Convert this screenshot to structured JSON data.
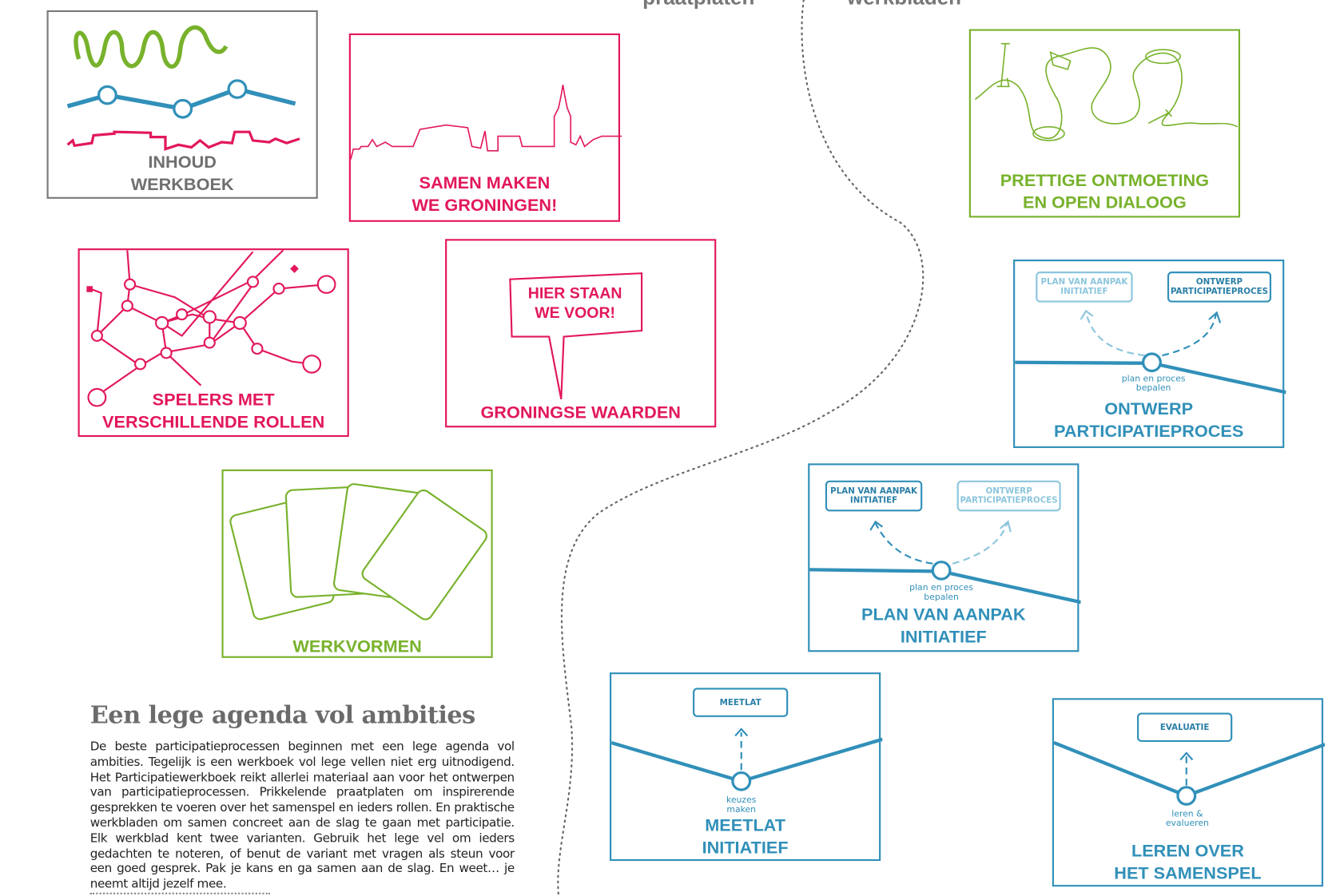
{
  "sections": {
    "left": "praatplaten",
    "right": "werkbladen"
  },
  "colors": {
    "gray": "#7a7a7a",
    "pink": "#e2185b",
    "green": "#78b22c",
    "blue": "#3190b9"
  },
  "cards": {
    "inhoud": [
      "INHOUD",
      "WERKBOEK"
    ],
    "samen": [
      "SAMEN MAKEN",
      "WE GRONINGEN!"
    ],
    "prettige": [
      "PRETTIGE ONTMOETING",
      "EN OPEN DIALOOG"
    ],
    "spelers": [
      "SPELERS MET",
      "VERSCHILLENDE ROLLEN"
    ],
    "waarden": {
      "bubble": [
        "HIER STAAN",
        "WE VOOR!"
      ],
      "title": [
        "GRONINGSE WAARDEN"
      ]
    },
    "werkvormen": [
      "WERKVORMEN"
    ],
    "ontwerp": {
      "title": [
        "ONTWERP",
        "PARTICIPATIEPROCES"
      ],
      "pill_left": [
        "PLAN VAN AANPAK",
        "INITIATIEF"
      ],
      "pill_right": [
        "ONTWERP",
        "PARTICIPATIEPROCES"
      ],
      "caption": [
        "plan en proces",
        "bepalen"
      ]
    },
    "plan": {
      "title": [
        "PLAN VAN AANPAK",
        "INITIATIEF"
      ],
      "pill_left": [
        "PLAN VAN AANPAK",
        "INITIATIEF"
      ],
      "pill_right": [
        "ONTWERP",
        "PARTICIPATIEPROCES"
      ],
      "caption": [
        "plan en proces",
        "bepalen"
      ]
    },
    "meetlat": {
      "title": [
        "MEETLAT",
        "INITIATIEF"
      ],
      "pill": "MEETLAT",
      "caption": [
        "keuzes",
        "maken"
      ]
    },
    "leren": {
      "title": [
        "LEREN OVER",
        "HET SAMENSPEL"
      ],
      "pill": "EVALUATIE",
      "caption": [
        "leren &",
        "evalueren"
      ]
    }
  },
  "article": {
    "title": "Een lege agenda vol ambities",
    "body": "De beste participatieprocessen beginnen met een lege agenda vol ambities. Tegelijk is een werkboek vol lege vellen niet erg uitnodigend. Het Participatiewerkboek reikt allerlei materiaal aan voor het ontwerpen van participatieprocessen. Prikkelende praatplaten om inspirerende gesprekken te voeren over het samenspel en ieders rollen. En praktische werkbladen om samen concreet aan de slag te gaan met participatie. Elk werkblad kent twee varianten. Gebruik het lege vel om ieders gedachten te noteren, of benut de variant met vragen als steun voor een goed gesprek. Pak je kans en ga samen aan de slag. En weet… je neemt altijd jezelf mee."
  }
}
